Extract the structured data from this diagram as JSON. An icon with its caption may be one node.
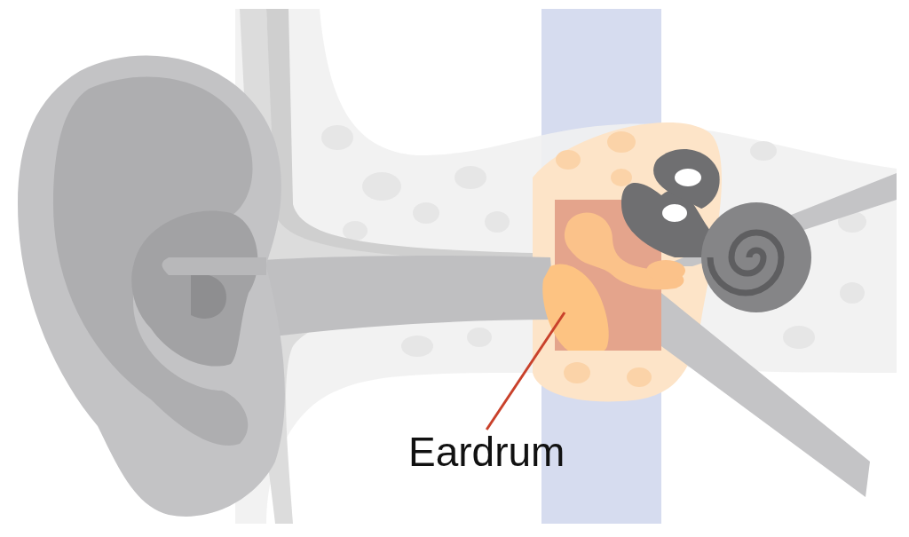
{
  "diagram": {
    "nodes": [
      {
        "text": [
          "Eardrum"
        ]
      },
      {
        "text": [],
        "shape": "picture"
      }
    ],
    "edges": [
      {
        "from": 0,
        "to": 1,
        "arrow": "none"
      }
    ]
  }
}
